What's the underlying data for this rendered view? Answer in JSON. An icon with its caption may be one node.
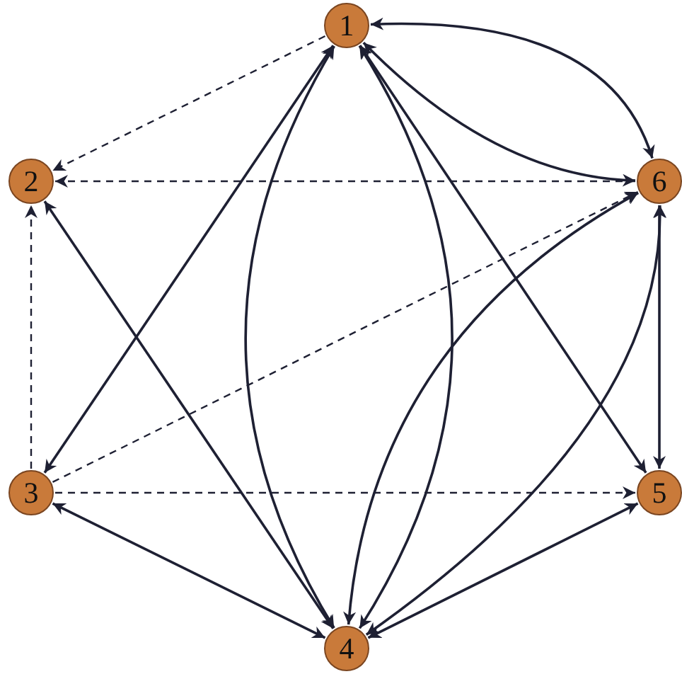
{
  "diagram": {
    "nodes": [
      {
        "text": [
          "1"
        ]
      },
      {
        "text": [
          "2"
        ]
      },
      {
        "text": [
          "6"
        ]
      },
      {
        "text": [
          "3"
        ]
      },
      {
        "text": [
          "5"
        ]
      },
      {
        "text": [
          "4"
        ]
      }
    ],
    "edges": [
      {
        "from": 0,
        "to": 1,
        "arrow": "to",
        "style": "dashed"
      },
      {
        "from": 2,
        "to": 1,
        "arrow": "to",
        "style": "dashed"
      },
      {
        "from": 3,
        "to": 1,
        "arrow": "to",
        "style": "dashed"
      },
      {
        "from": 3,
        "to": 2,
        "arrow": "to",
        "style": "dashed"
      },
      {
        "from": 3,
        "to": 4,
        "arrow": "to",
        "style": "dashed"
      },
      {
        "from": 0,
        "to": 2,
        "arrow": "both"
      },
      {
        "from": 0,
        "to": 2,
        "arrow": "both"
      },
      {
        "from": 0,
        "to": 3,
        "arrow": "both"
      },
      {
        "from": 0,
        "to": 5,
        "arrow": "both"
      },
      {
        "from": 0,
        "to": 5,
        "arrow": "both"
      },
      {
        "from": 0,
        "to": 4,
        "arrow": "both"
      },
      {
        "from": 1,
        "to": 5,
        "arrow": "both"
      },
      {
        "from": 3,
        "to": 5,
        "arrow": "both"
      },
      {
        "from": 2,
        "to": 4,
        "arrow": "both"
      },
      {
        "from": 2,
        "to": 5,
        "arrow": "both"
      },
      {
        "from": 2,
        "to": 5,
        "arrow": "both"
      },
      {
        "from": 4,
        "to": 5,
        "arrow": "both"
      }
    ]
  }
}
